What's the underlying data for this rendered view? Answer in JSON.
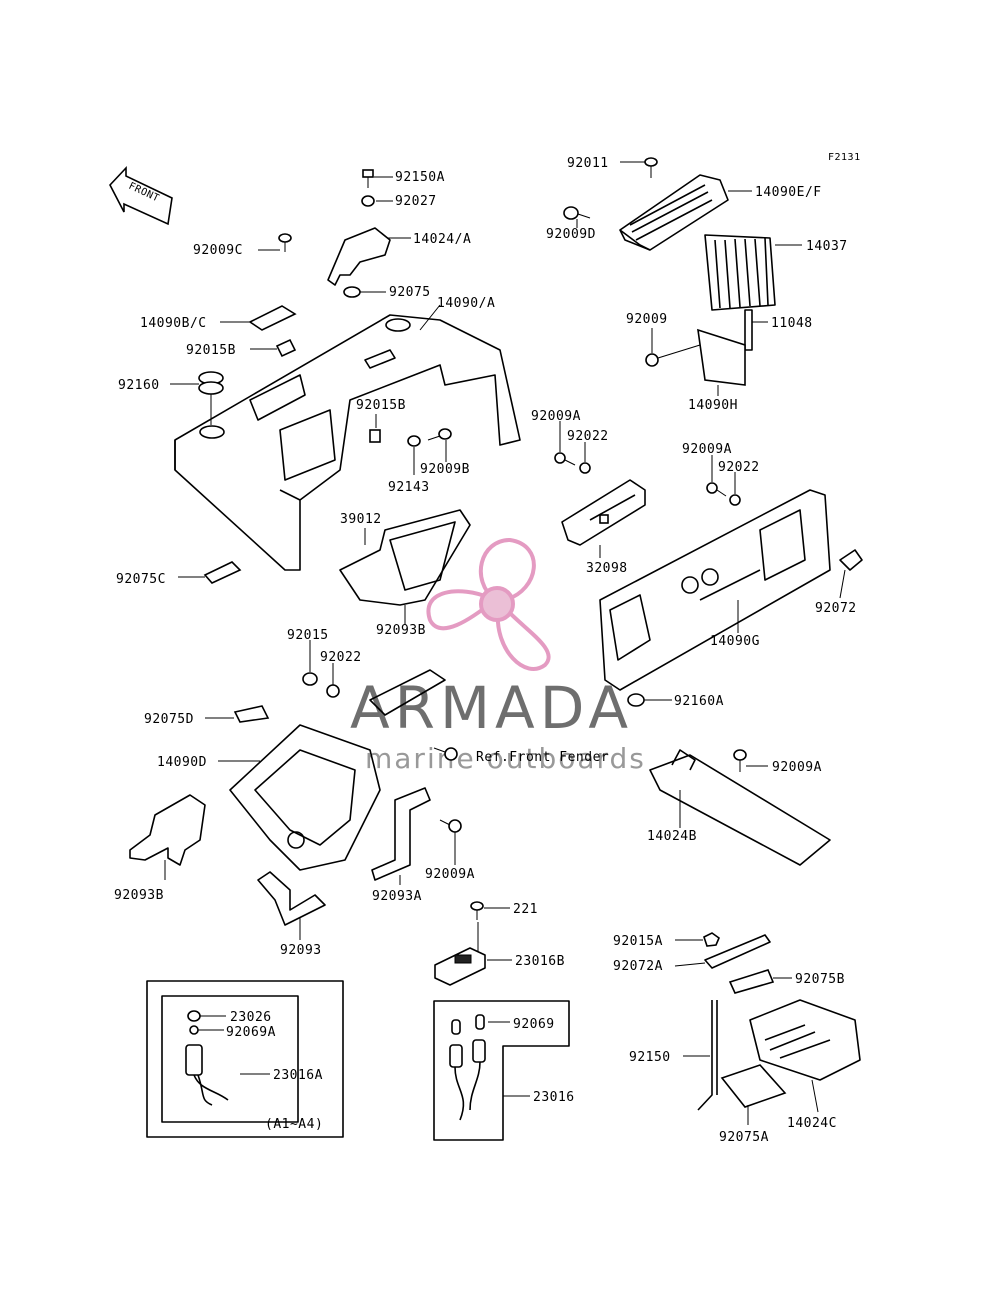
{
  "figure_code": "F2131",
  "direction_label": "FRONT",
  "watermark": {
    "brand": "ARMADA",
    "tagline": "marine outboards",
    "accent_color": "#e08ab8"
  },
  "parts": {
    "p92150A": "92150A",
    "p92027": "92027",
    "p14024A": "14024/A",
    "p92009C": "92009C",
    "p92075": "92075",
    "p14090A": "14090/A",
    "p14090BC": "14090B/C",
    "p92015B_a": "92015B",
    "p92160": "92160",
    "p92015B_b": "92015B",
    "p92009B": "92009B",
    "p92143": "92143",
    "p39012": "39012",
    "p92093B_a": "92093B",
    "p92075C": "92075C",
    "p92011": "92011",
    "p14090EF": "14090E/F",
    "p92009D": "92009D",
    "p14037": "14037",
    "p92009": "92009",
    "p11048": "11048",
    "p14090H": "14090H",
    "p92009A_a": "92009A",
    "p92022_a": "92022",
    "p32098": "32098",
    "p92009A_b": "92009A",
    "p92022_b": "92022",
    "p92072": "92072",
    "p14090G": "14090G",
    "p92015": "92015",
    "p92022_c": "92022",
    "p92075D": "92075D",
    "p14090D": "14090D",
    "p_ref": "Ref.Front Fender",
    "p92160A": "92160A",
    "p92009A_c": "92009A",
    "p14024B": "14024B",
    "p92009A_d": "92009A",
    "p92093B_b": "92093B",
    "p92093A": "92093A",
    "p92093": "92093",
    "p221": "221",
    "p23016B": "23016B",
    "p92069": "92069",
    "p23016": "23016",
    "p23026": "23026",
    "p92069A": "92069A",
    "p23016A": "23016A",
    "p_a1a4": "(A1~A4)",
    "p92015A": "92015A",
    "p92072A": "92072A",
    "p92075B": "92075B",
    "p92150": "92150",
    "p14024C": "14024C",
    "p92075A": "92075A"
  }
}
